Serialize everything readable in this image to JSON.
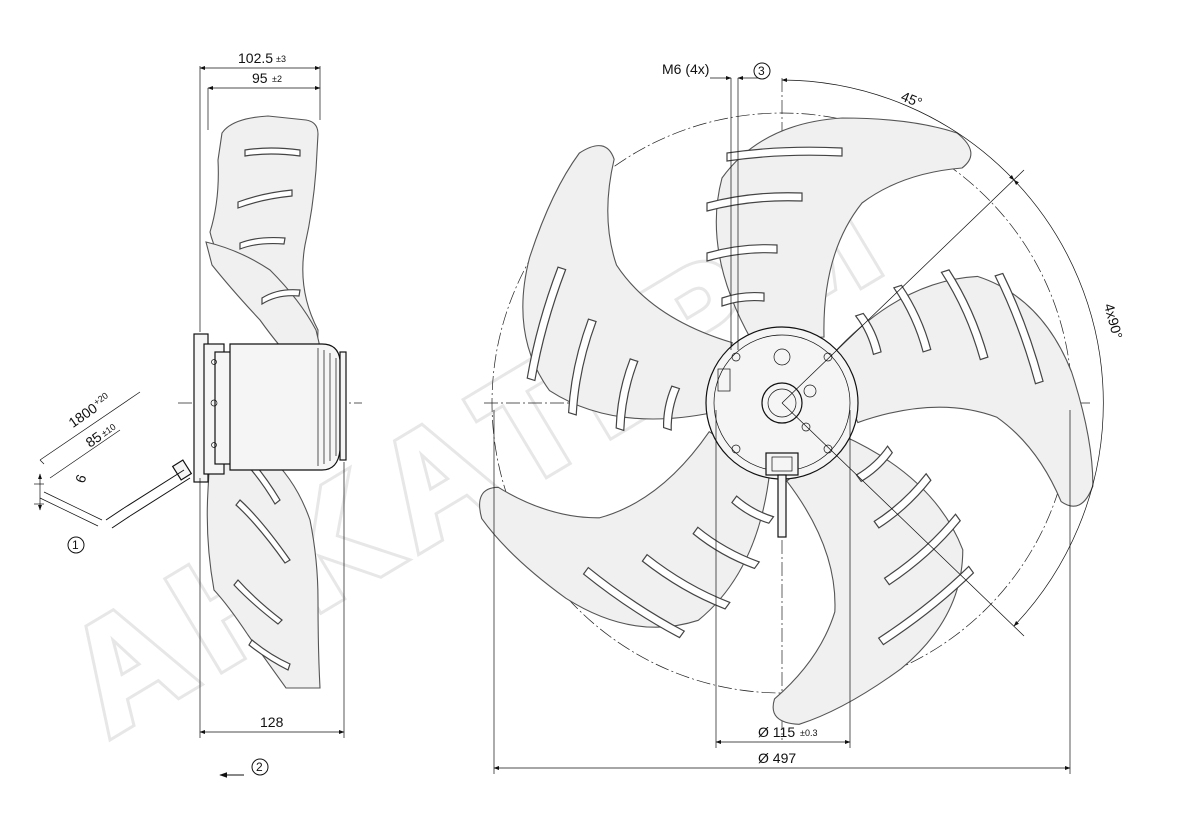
{
  "drawing": {
    "side_view": {
      "overall_depth": "102.5",
      "overall_depth_tol": "±3",
      "blade_depth": "95",
      "blade_depth_tol": "±2",
      "motor_depth": "128",
      "cable_length": "1800",
      "cable_length_tol": "+20",
      "cable_strip": "85",
      "cable_strip_tol": "±10",
      "wire_strip": "6"
    },
    "front_view": {
      "mount_thread": "M6 (4x)",
      "angle_offset": "45°",
      "angle_pattern": "4x90°",
      "hub_diameter": "Ø 115",
      "hub_diameter_tol": "±0.3",
      "fan_diameter": "Ø 497"
    },
    "callouts": [
      "1",
      "2",
      "3"
    ],
    "watermark": "АНКАТЕРМ"
  }
}
